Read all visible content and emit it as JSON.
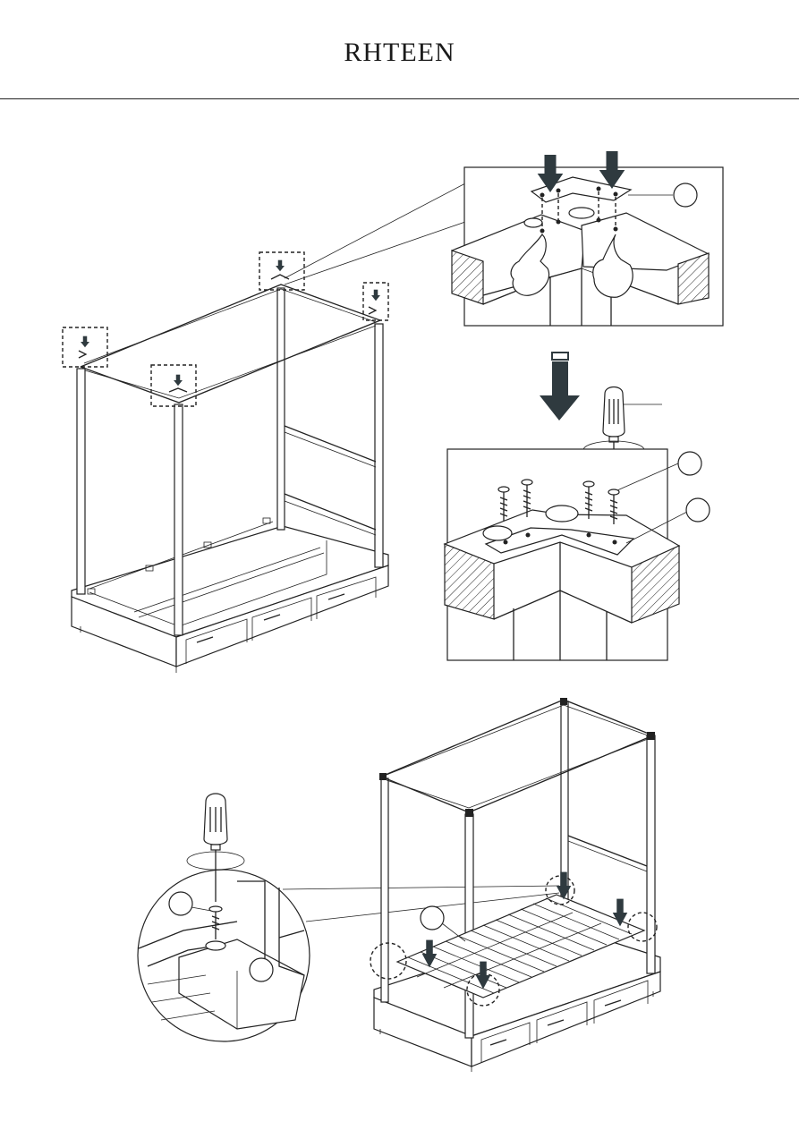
{
  "header": {
    "brand": "RHTEEN"
  },
  "colors": {
    "ink": "#222222",
    "arrow": "#2f3a3f",
    "background": "#ffffff"
  },
  "figures": [
    {
      "name": "canopy-frame-top-corners"
    },
    {
      "name": "corner-bracket-placement-detail"
    },
    {
      "name": "corner-bracket-screw-detail"
    },
    {
      "name": "slat-screw-detail"
    },
    {
      "name": "bed-with-slats"
    }
  ],
  "icons": [
    "down-arrow-icon",
    "screwdriver-icon",
    "screw-icon",
    "hand-icon",
    "callout-circle-icon"
  ]
}
